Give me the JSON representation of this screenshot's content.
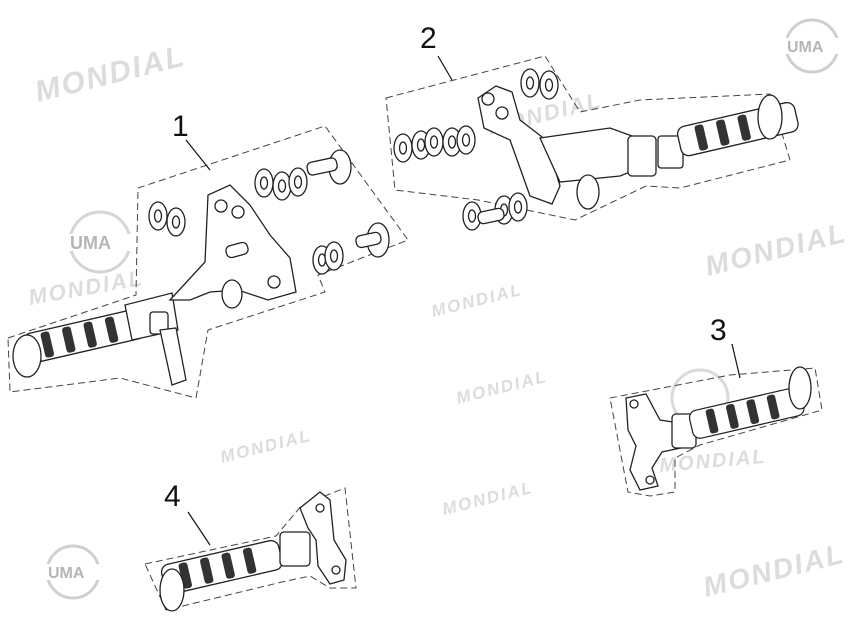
{
  "watermarks": {
    "brand": "MONDIAL",
    "logo": "UMA"
  },
  "callouts": [
    {
      "id": "1",
      "label": "1"
    },
    {
      "id": "2",
      "label": "2"
    },
    {
      "id": "3",
      "label": "3"
    },
    {
      "id": "4",
      "label": "4"
    }
  ],
  "colors": {
    "line": "#222222",
    "watermark": "#dcdcdc",
    "background": "#ffffff"
  }
}
